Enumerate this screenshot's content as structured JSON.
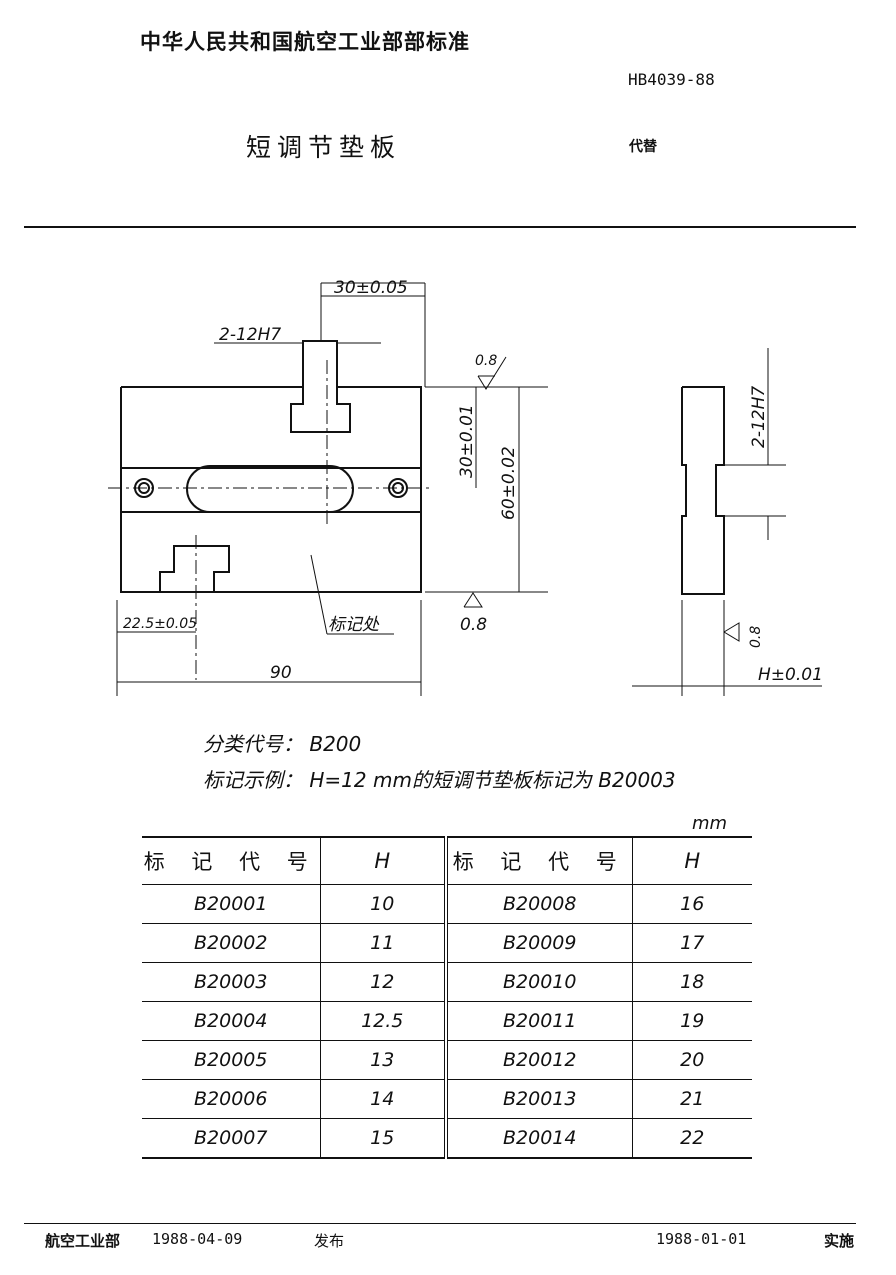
{
  "header": {
    "organization": "中华人民共和国航空工业部部标准",
    "standard_number": "HB4039-88",
    "title": "短调节垫板",
    "replaces": "代替"
  },
  "drawing": {
    "dim_slot_width": "30±0.05",
    "dim_hole_top": "2-12H7",
    "dim_hole_side": "2-12H7",
    "dim_upper": "30±0.01",
    "dim_height": "60±0.02",
    "roughness_top": "0.8",
    "roughness_bottom": "0.8",
    "roughness_side": "0.8",
    "dim_offset": "22.5±0.05",
    "mark_location": "标记处",
    "dim_width": "90",
    "dim_thickness": "H±0.01"
  },
  "classification": {
    "label": "分类代号：",
    "value": "B200"
  },
  "marking_example": {
    "label": "标记示例：",
    "text": "H=12 mm的短调节垫板标记为 B20003"
  },
  "table": {
    "unit": "mm",
    "headers": [
      "标 记 代 号",
      "H",
      "标 记 代 号",
      "H"
    ],
    "rows": [
      [
        "B20001",
        "10",
        "B20008",
        "16"
      ],
      [
        "B20002",
        "11",
        "B20009",
        "17"
      ],
      [
        "B20003",
        "12",
        "B20010",
        "18"
      ],
      [
        "B20004",
        "12.5",
        "B20011",
        "19"
      ],
      [
        "B20005",
        "13",
        "B20012",
        "20"
      ],
      [
        "B20006",
        "14",
        "B20013",
        "21"
      ],
      [
        "B20007",
        "15",
        "B20014",
        "22"
      ]
    ]
  },
  "footer": {
    "department": "航空工业部",
    "publish_date": "1988-04-09",
    "publish_label": "发布",
    "effective_date": "1988-01-01",
    "effective_label": "实施"
  }
}
